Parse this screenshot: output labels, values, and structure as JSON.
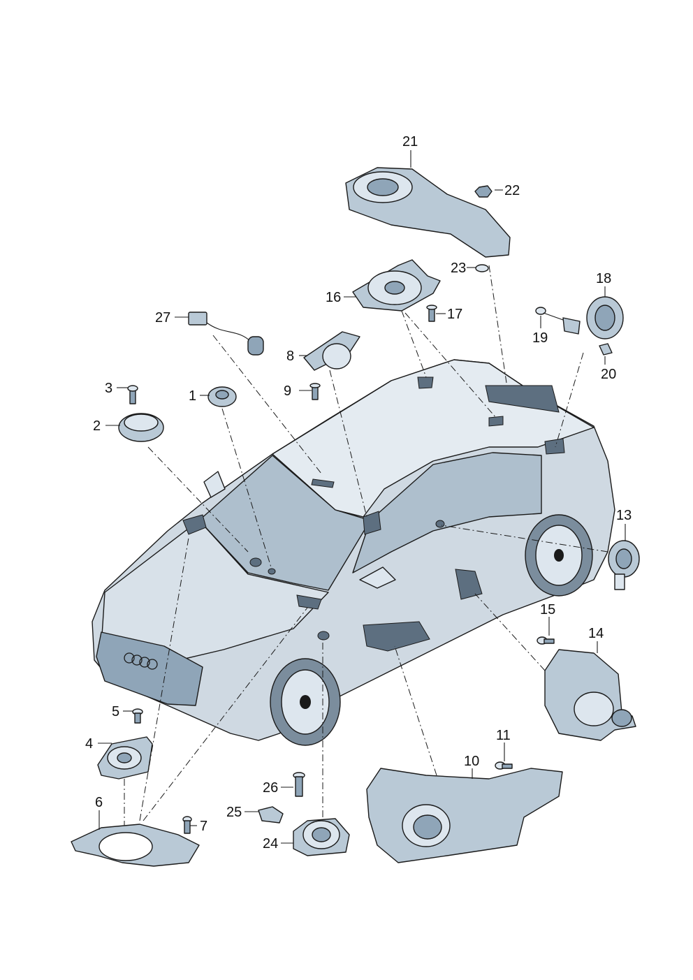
{
  "colors": {
    "part_fill": "#b9c9d6",
    "part_shade": "#8fa5b8",
    "part_light": "#dde6ee",
    "car_fill": "#cfd9e2",
    "cutout": "#5d6f80",
    "line": "#1a1a1a"
  },
  "callouts": {
    "c1": "1",
    "c2": "2",
    "c3": "3",
    "c4": "4",
    "c5": "5",
    "c6": "6",
    "c7": "7",
    "c8": "8",
    "c9": "9",
    "c10": "10",
    "c11": "11",
    "c13": "13",
    "c14": "14",
    "c15": "15",
    "c16": "16",
    "c17": "17",
    "c18": "18",
    "c19": "19",
    "c20": "20",
    "c21": "21",
    "c22": "22",
    "c23": "23",
    "c24": "24",
    "c25": "25",
    "c26": "26",
    "c27": "27"
  },
  "icons": {
    "vehicle": "suv-outline-icon",
    "speaker": "loudspeaker-icon",
    "screw": "screw-icon",
    "nut": "nut-icon",
    "subwoofer": "subwoofer-enclosure-icon"
  }
}
